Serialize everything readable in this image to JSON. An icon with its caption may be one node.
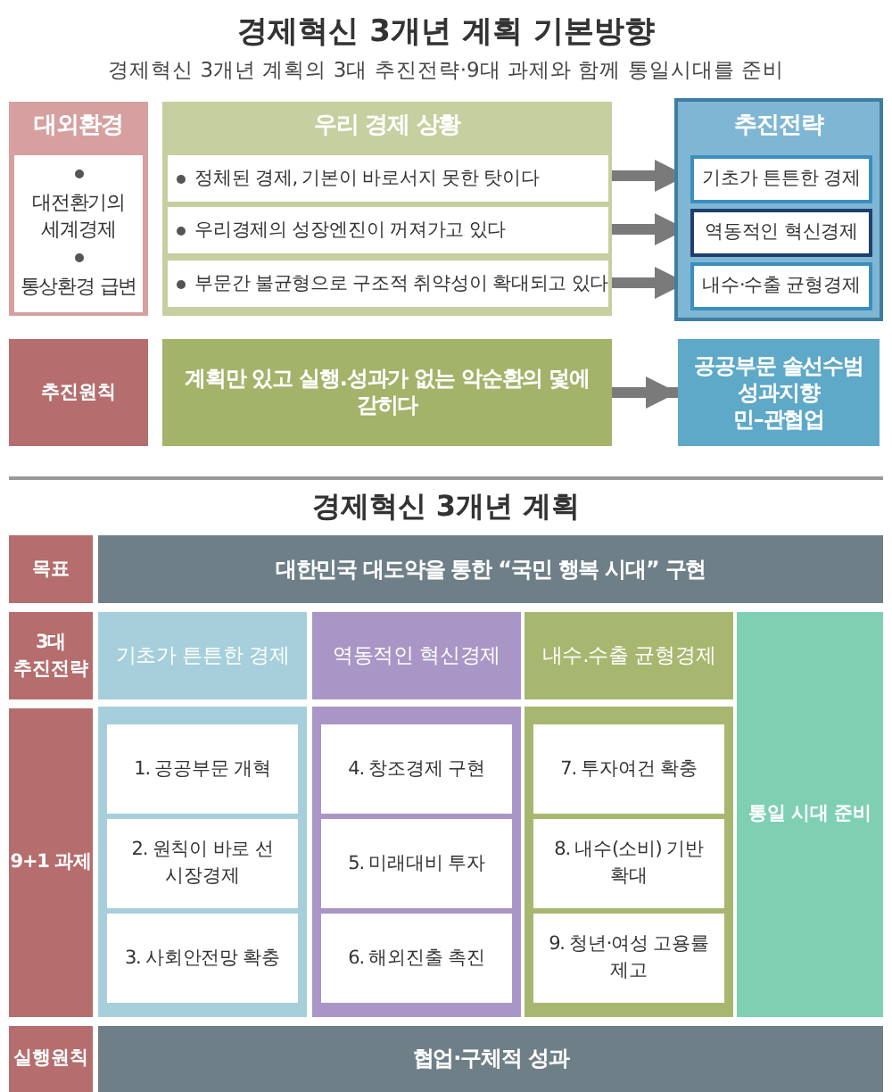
{
  "diagram": {
    "title": "경제혁신 3개년 계획 기본방향",
    "nodes": [
      {
        "text": [
          "대외환경"
        ]
      },
      {
        "text": [
          "대전환기의 세계경제",
          "통상환경 급변"
        ],
        "in": 0
      },
      {
        "text": [
          "우리 경제 상황"
        ]
      },
      {
        "text": [
          "정체된 경제, 기본이 바로서지 못한 탓이다"
        ],
        "in": 2
      },
      {
        "text": [
          "우리경제의 성장엔진이 꺼져가고 있다"
        ],
        "in": 2
      },
      {
        "text": [
          "부문간 불균형으로 구조적 취약성이 확대되고 있다"
        ],
        "in": 2
      },
      {
        "text": [
          "추진전략"
        ]
      },
      {
        "text": [
          "기초가 튼튼한 경제"
        ],
        "in": 6
      },
      {
        "text": [
          "역동적인 혁신경제"
        ],
        "in": 6
      },
      {
        "text": [
          "내수·수출 균형경제"
        ],
        "in": 6
      },
      {
        "text": [
          "추진원칙"
        ]
      },
      {
        "text": [
          "계획만 있고 실행.성과가 없는 악순환의 덫에 갇히다"
        ]
      },
      {
        "text": [
          "공공부문 솔선수범",
          "성과지향",
          "민–관협업"
        ]
      },
      {
        "text": [
          "목표"
        ]
      },
      {
        "text": [
          "대한민국 대도약을 통한 “국민 행복 시대” 구현"
        ]
      },
      {
        "text": [
          "3대 추진전략"
        ]
      },
      {
        "text": [
          "기초가 튼튼한 경제"
        ]
      },
      {
        "text": [
          "1. 공공부문 개혁"
        ],
        "in": 16
      },
      {
        "text": [
          "2. 원칙이 바로 선 시장경제"
        ],
        "in": 16
      },
      {
        "text": [
          "3. 사회안전망 확충"
        ],
        "in": 16
      },
      {
        "text": [
          "역동적인 혁신경제"
        ]
      },
      {
        "text": [
          "4. 창조경제 구현"
        ],
        "in": 20
      },
      {
        "text": [
          "5. 미래대비 투자"
        ],
        "in": 20
      },
      {
        "text": [
          "6. 해외진출 촉진"
        ],
        "in": 20
      },
      {
        "text": [
          "내수.수출 균형경제"
        ]
      },
      {
        "text": [
          "7. 투자여건 확충"
        ],
        "in": 24
      },
      {
        "text": [
          "8. 내수(소비) 기반 확대"
        ],
        "in": 24
      },
      {
        "text": [
          "9. 청년·여성 고용률 제고"
        ],
        "in": 24
      },
      {
        "text": [
          "통일 시대 준비"
        ]
      },
      {
        "text": [
          "9+1 과제"
        ]
      },
      {
        "text": [
          "실행원칙"
        ]
      },
      {
        "text": [
          "협업·구체적 성과"
        ]
      }
    ],
    "edges": [
      {
        "from": 3,
        "to": 7,
        "arrow": "to"
      },
      {
        "from": 4,
        "to": 8,
        "arrow": "to"
      },
      {
        "from": 5,
        "to": 9,
        "arrow": "to"
      },
      {
        "from": 11,
        "to": 12,
        "arrow": "to"
      }
    ],
    "labels": [
      "경제혁신 3개년 계획의 3대 추진전략·9대 과제와 함께 통일시대를 준비",
      "경제혁신 3개년 계획"
    ]
  }
}
